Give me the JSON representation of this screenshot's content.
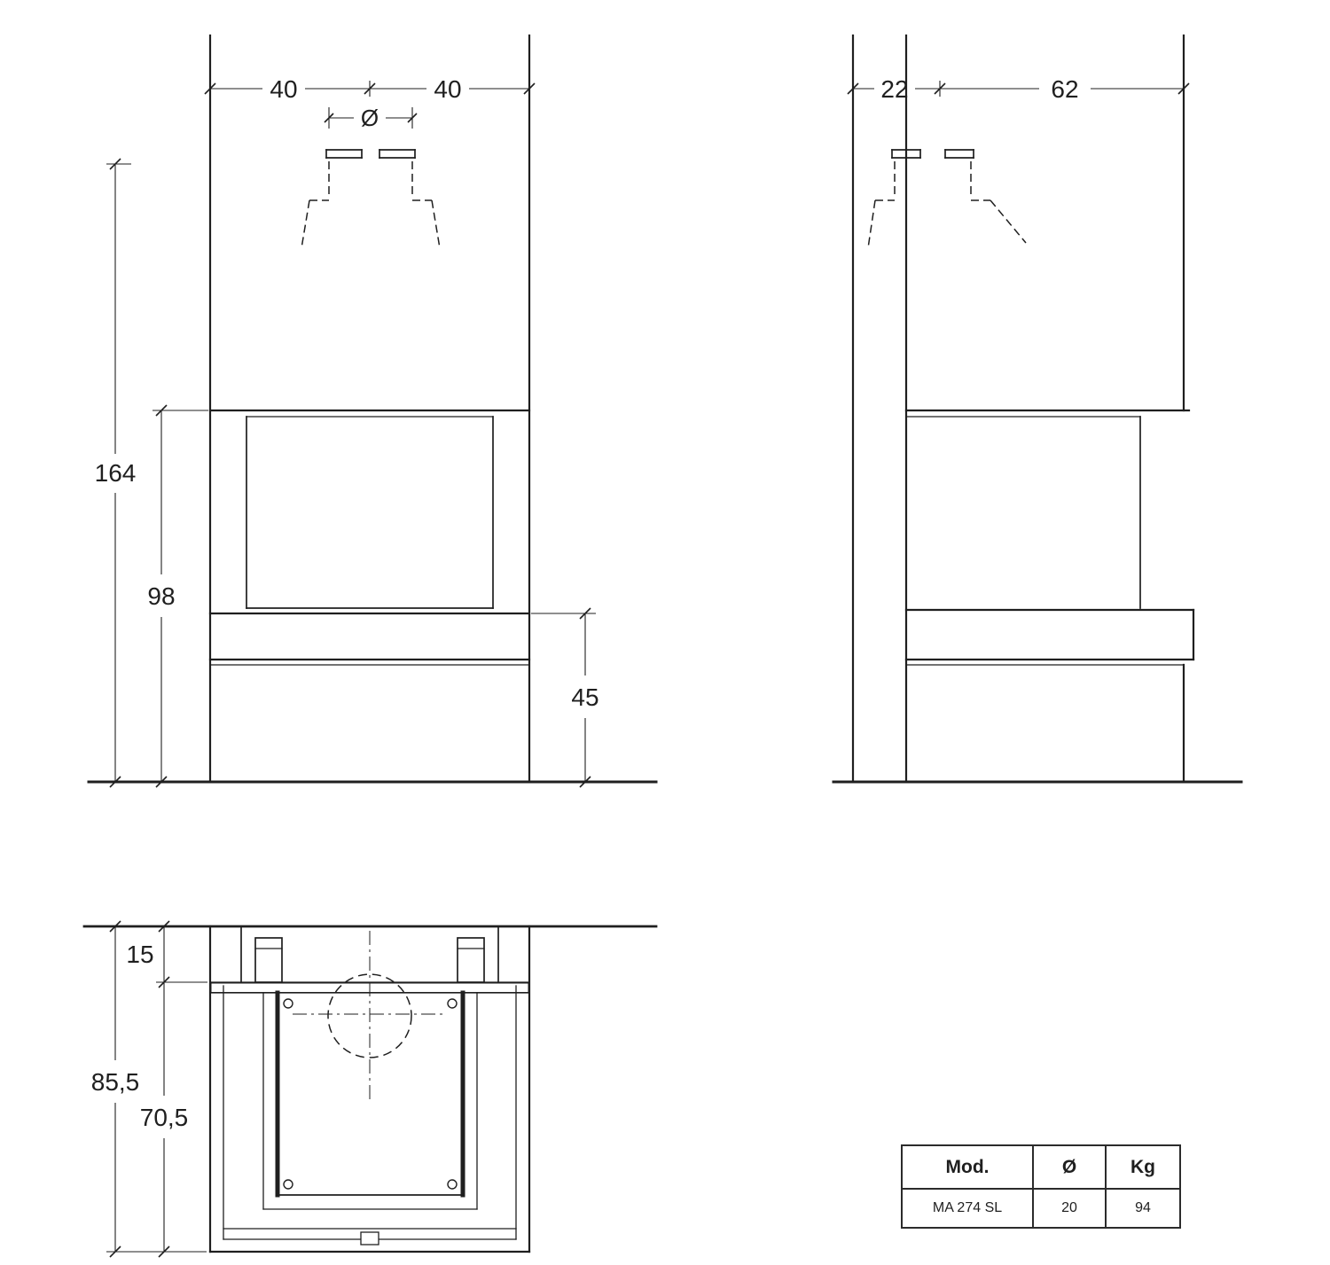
{
  "page": {
    "background": "#ffffff",
    "line_color": "#1f1f1f"
  },
  "front_view": {
    "dims": {
      "top_left": "40",
      "top_right": "40",
      "flue_diameter_symbol": "Ø",
      "total_height": "164",
      "opening_height": "98",
      "bench_height": "45"
    }
  },
  "side_view": {
    "dims": {
      "rear_offset": "22",
      "depth": "62"
    }
  },
  "plan_view": {
    "dims": {
      "wall_inset": "15",
      "total_depth": "85,5",
      "inner_depth": "70,5"
    }
  },
  "spec_table": {
    "headers": [
      "Mod.",
      "Ø",
      "Kg"
    ],
    "row": {
      "model": "MA 274 SL",
      "diameter": "20",
      "weight": "94"
    }
  }
}
